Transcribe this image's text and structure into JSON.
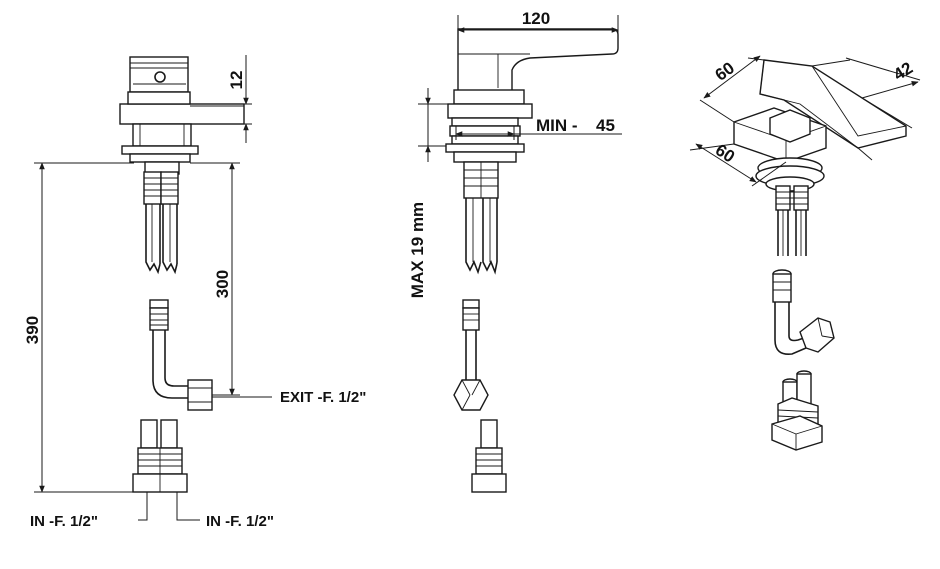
{
  "dimensions": {
    "front_height_top": "12",
    "front_total_height": "390",
    "front_hose_length": "300",
    "side_width": "120",
    "side_min": "MIN -",
    "side_min_value": "45",
    "side_max": "MAX 19 mm",
    "iso_depth": "60",
    "iso_width": "60",
    "iso_handle": "42"
  },
  "labels": {
    "exit": "EXIT -F. 1/2\"",
    "in_left": "IN -F. 1/2\"",
    "in_right": "IN -F. 1/2\""
  },
  "colors": {
    "line": "#1a1a1a",
    "background": "#ffffff"
  }
}
